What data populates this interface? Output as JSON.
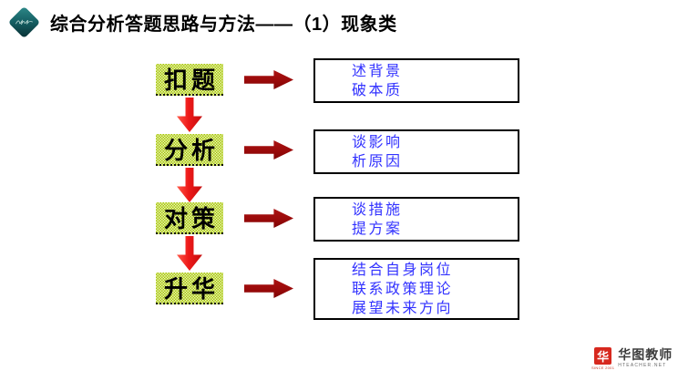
{
  "header": {
    "title": "综合分析答题思路与方法——（1）现象类"
  },
  "flow": {
    "steps": [
      {
        "label": "扣题",
        "lines": [
          "述背景",
          "破本质"
        ]
      },
      {
        "label": "分析",
        "lines": [
          "谈影响",
          "析原因"
        ]
      },
      {
        "label": "对策",
        "lines": [
          "谈措施",
          "提方案"
        ]
      },
      {
        "label": "升华",
        "lines": [
          "结合自身岗位",
          "联系政策理论",
          "展望未来方向"
        ]
      }
    ]
  },
  "footer_logo": {
    "mark": "华",
    "since": "SINCE 2001",
    "name": "华图教师",
    "site": "HTEACHER.NET"
  },
  "colors": {
    "arrow_dark_red": "#9a0a0a",
    "arrow_bright_red": "#ee1a1a",
    "label_highlight_green": "#a3c60a",
    "box_text_blue": "#3232ff",
    "logo_red": "#d7281e",
    "diamond_teal": "#176266"
  }
}
